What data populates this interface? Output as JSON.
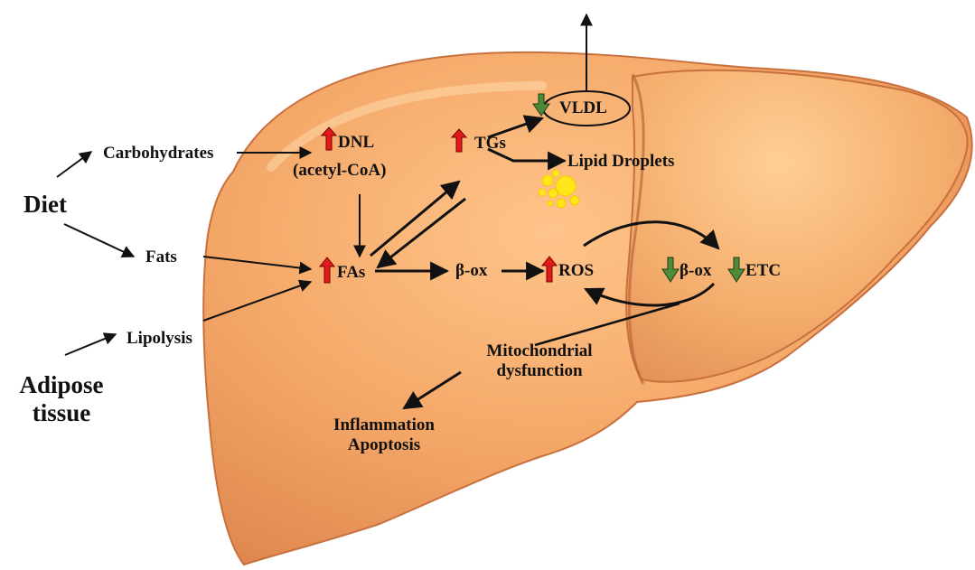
{
  "colors": {
    "liver_body": "#f0a35e",
    "liver_edge": "#cf7a45",
    "liver_highlight": "#ffd9a3",
    "arrow": "#111111",
    "increase_arrow": "#e21a1a",
    "decrease_arrow": "#4e8a3a",
    "droplets": "#ffe61a"
  },
  "labels": {
    "diet": "Diet",
    "adipose_line1": "Adipose",
    "adipose_line2": "tissue",
    "carbohydrates": "Carbohydrates",
    "fats": "Fats",
    "lipolysis": "Lipolysis",
    "dnl_line1": "DNL",
    "dnl_line2": "(acetyl-CoA)",
    "tgs": "TGs",
    "vldl": "VLDL",
    "lipid_droplets": "Lipid Droplets",
    "fas": "FAs",
    "beta_ox": "β-ox",
    "ros": "ROS",
    "beta_ox_down": "β-ox",
    "etc": "ETC",
    "mito_line1": "Mitochondrial",
    "mito_line2": "dysfunction",
    "inflammation": "Inflammation",
    "apoptosis": "Apoptosis"
  },
  "indicators": {
    "dnl": "increase",
    "tgs": "increase",
    "vldl": "decrease",
    "fas": "increase",
    "ros": "increase",
    "beta_ox_down": "decrease",
    "etc": "decrease"
  }
}
